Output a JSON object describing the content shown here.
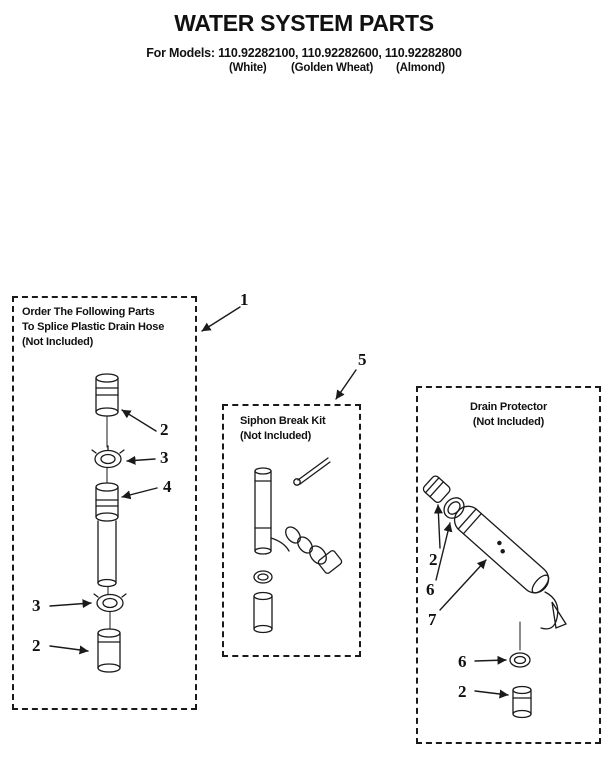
{
  "header": {
    "title": "WATER SYSTEM PARTS",
    "models_line": "For Models: 110.92282100, 110.92282600, 110.92282800",
    "finishes": [
      "(White)",
      "(Golden Wheat)",
      "(Almond)"
    ]
  },
  "boxes": {
    "splice": {
      "lines": [
        "Order The Following Parts",
        "To Splice Plastic Drain Hose",
        "(Not Included)"
      ]
    },
    "siphon": {
      "lines": [
        "Siphon Break Kit",
        "(Not Included)"
      ]
    },
    "drain": {
      "lines": [
        "Drain Protector",
        "(Not Included)"
      ]
    }
  },
  "callouts": {
    "box_pointer": "1",
    "splice_coupling_top": "2",
    "splice_clamp_top": "3",
    "splice_connector": "4",
    "splice_clamp_bottom": "3",
    "splice_coupling_bottom": "2",
    "siphon_pointer": "5",
    "drain_coupling_upper": "2",
    "drain_clamp_upper": "6",
    "drain_hose": "7",
    "drain_clamp_lower": "6",
    "drain_coupling_lower": "2"
  }
}
